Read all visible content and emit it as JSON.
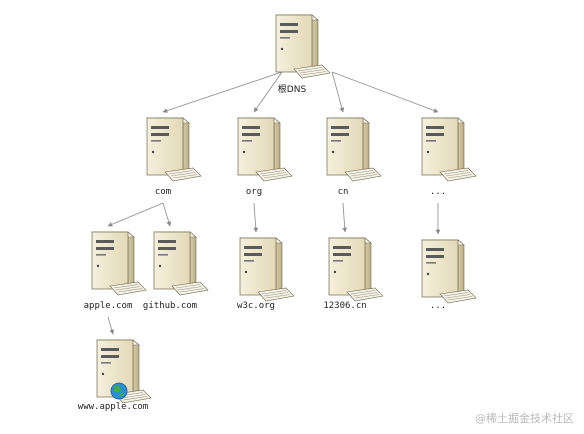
{
  "diagram": {
    "root": {
      "id": "root",
      "label": "根DNS"
    },
    "tld": [
      {
        "id": "com",
        "label": "com"
      },
      {
        "id": "org",
        "label": "org"
      },
      {
        "id": "cn",
        "label": "cn"
      },
      {
        "id": "tld-more",
        "label": "..."
      }
    ],
    "second_level": [
      {
        "id": "apple",
        "label": "apple.com",
        "parent": "com"
      },
      {
        "id": "github",
        "label": "github.com",
        "parent": "com"
      },
      {
        "id": "w3c",
        "label": "w3c.org",
        "parent": "org"
      },
      {
        "id": "12306",
        "label": "12306.cn",
        "parent": "cn"
      },
      {
        "id": "sl-more",
        "label": "...",
        "parent": "tld-more"
      }
    ],
    "host": {
      "id": "www",
      "label": "www.apple.com",
      "parent": "apple",
      "icon": "globe-icon"
    }
  },
  "watermark": "@稀土掘金技术社区",
  "colors": {
    "server_body": "#efe7cf",
    "server_shade": "#cfc4a2",
    "edge": "#8a8a8a",
    "globe": "#2a8fd8"
  }
}
